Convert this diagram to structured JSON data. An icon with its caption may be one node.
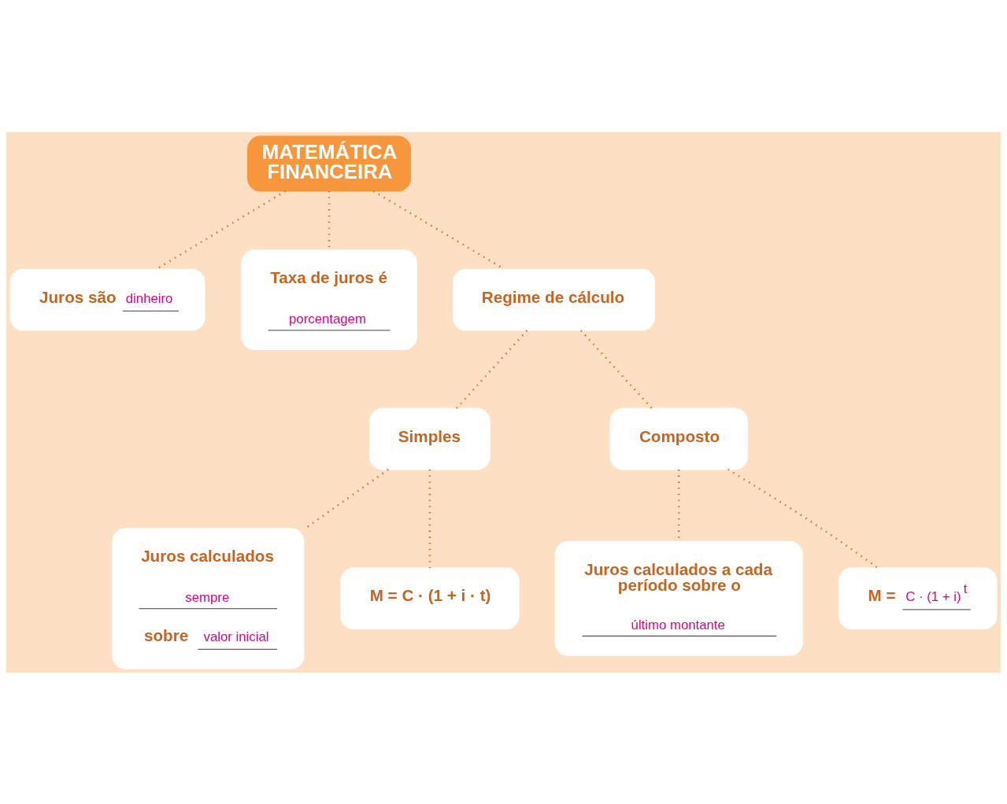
{
  "diagram": {
    "nodes": [
      {
        "text": [
          "MATEMÁTICA FINANCEIRA"
        ]
      },
      {
        "text": [
          "Juros são",
          "dinheiro"
        ]
      },
      {
        "text": [
          "Taxa de juros é",
          "porcentagem"
        ]
      },
      {
        "text": [
          "Regime de cálculo"
        ]
      },
      {
        "text": [
          "Simples"
        ]
      },
      {
        "text": [
          "Composto"
        ]
      },
      {
        "text": [
          "Juros calculados",
          "sempre",
          "sobre",
          "valor inicial"
        ]
      },
      {
        "text": [
          "M = C · (1 + i · t)"
        ]
      },
      {
        "text": [
          "Juros calculados a cada período sobre o",
          "último montante"
        ]
      },
      {
        "text": [
          "M =",
          "C · (1 + i)$^{t}$"
        ]
      }
    ],
    "edges": [
      {
        "from": 0,
        "to": 1,
        "arrow": "none",
        "style": "dashed"
      },
      {
        "from": 0,
        "to": 2,
        "arrow": "none",
        "style": "dashed"
      },
      {
        "from": 0,
        "to": 3,
        "arrow": "none",
        "style": "dashed"
      },
      {
        "from": 3,
        "to": 4,
        "arrow": "none",
        "style": "dashed"
      },
      {
        "from": 3,
        "to": 5,
        "arrow": "none",
        "style": "dashed"
      },
      {
        "from": 4,
        "to": 6,
        "arrow": "none",
        "style": "dashed"
      },
      {
        "from": 4,
        "to": 7,
        "arrow": "none",
        "style": "dashed"
      },
      {
        "from": 5,
        "to": 8,
        "arrow": "none",
        "style": "dashed"
      },
      {
        "from": 5,
        "to": 9,
        "arrow": "none",
        "style": "dashed"
      }
    ]
  }
}
